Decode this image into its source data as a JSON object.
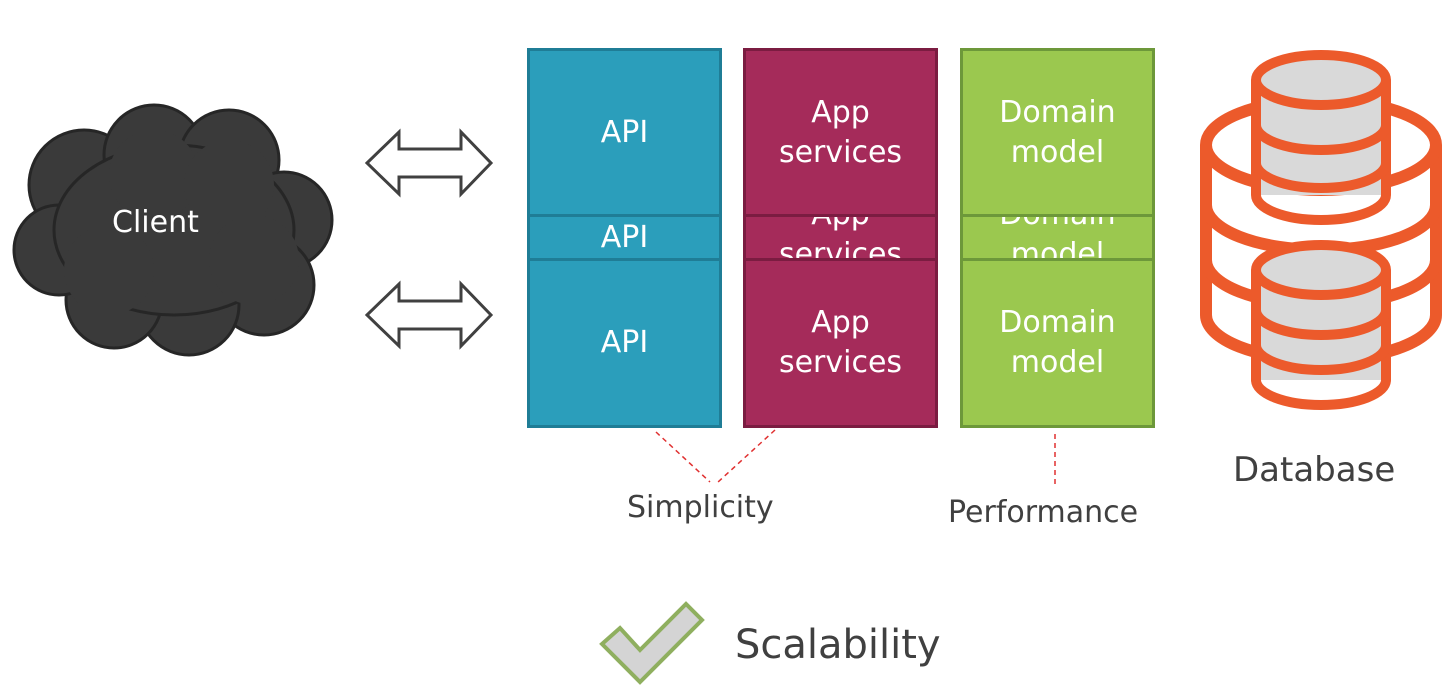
{
  "client": {
    "label": "Client"
  },
  "layers": {
    "api": {
      "top": "API",
      "mid": "API",
      "bottom": "API"
    },
    "app_services": {
      "top": "App\nservices",
      "mid": "App\nservices",
      "bottom": "App\nservices"
    },
    "domain_model": {
      "top": "Domain\nmodel",
      "mid": "Domain\nmodel",
      "bottom": "Domain\nmodel"
    }
  },
  "database": {
    "label": "Database"
  },
  "annotations": {
    "simplicity": "Simplicity",
    "performance": "Performance"
  },
  "result": {
    "label": "Scalability"
  },
  "colors": {
    "api": "#2b9ebb",
    "app_services": "#a52b5a",
    "domain_model": "#9bc84f",
    "database": "#ec5a2b",
    "cloud": "#3a3a3a",
    "dashed_line": "#e03030",
    "checkmark": "#8faf5f"
  }
}
